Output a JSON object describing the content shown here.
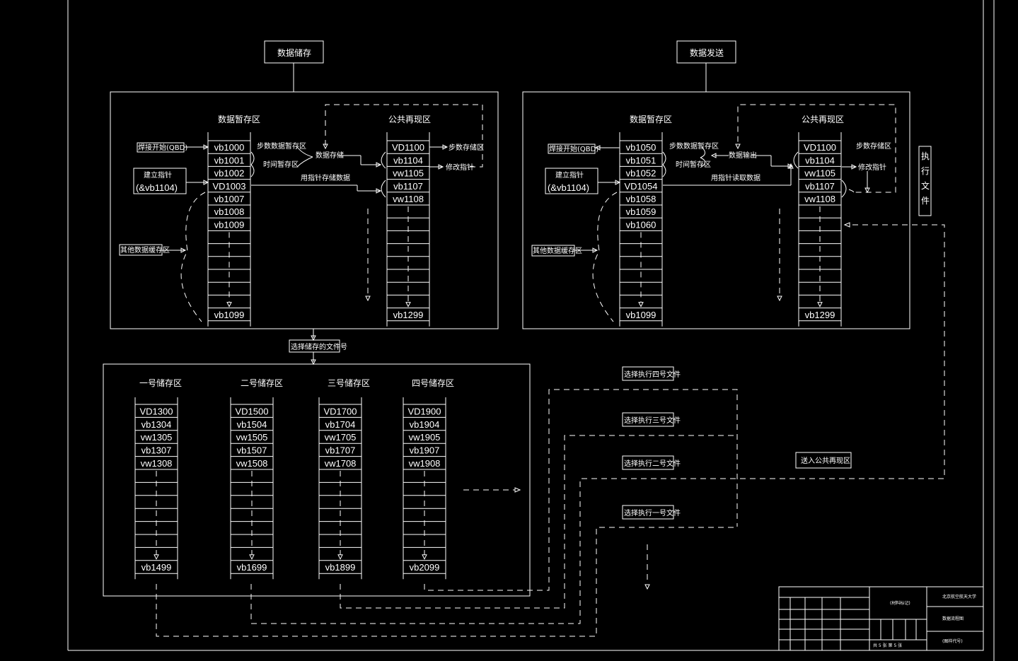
{
  "top_boxes": {
    "left": "数据储存",
    "right": "数据发送"
  },
  "left_panel": {
    "store_title": "数据暂存区",
    "public_title": "公共再现区",
    "store_cells": [
      "vb1000",
      "vb1001",
      "vb1002",
      "VD1003",
      "vb1007",
      "vb1008",
      "vb1009",
      "",
      "",
      "",
      "",
      "",
      "",
      "vb1099"
    ],
    "public_cells": [
      "VD1100",
      "vb1104",
      "vw1105",
      "vb1107",
      "vw1108",
      "",
      "",
      "",
      "",
      "",
      "",
      "",
      "",
      "vb1299"
    ],
    "labels": {
      "robot_start": "焊接开始(QBD)",
      "build_ptr": "建立指针",
      "ptr_value": "(&vb1104)",
      "other_data": "其他数据缓存区",
      "step_data": "步数数据暂存区",
      "time_data": "时间暂存区",
      "data_store": "数据存储",
      "pointer_data": "用指针存储数据",
      "step_store": "步数存储区",
      "modify_ptr": "修改指针"
    }
  },
  "right_panel": {
    "store_title": "数据暂存区",
    "public_title": "公共再现区",
    "store_cells": [
      "vb1050",
      "vb1051",
      "vb1052",
      "VD1054",
      "vb1058",
      "vb1059",
      "vb1060",
      "",
      "",
      "",
      "",
      "",
      "",
      "vb1099"
    ],
    "public_cells": [
      "VD1100",
      "vb1104",
      "vw1105",
      "vb1107",
      "vw1108",
      "",
      "",
      "",
      "",
      "",
      "",
      "",
      "",
      "vb1299"
    ],
    "labels": {
      "robot_start": "焊接开始(QBD)",
      "build_ptr": "建立指针",
      "ptr_value": "(&vb1104)",
      "other_data": "其他数据缓存区",
      "step_data": "步数数据暂存区",
      "time_data": "时间暂存区",
      "data_output": "数据输出",
      "pointer_read": "用指针读取数据",
      "step_store": "步数存储区",
      "modify_ptr": "修改指针",
      "exec_file": "执行文件"
    }
  },
  "select_file": "选择储存的文件号",
  "storage_areas": [
    {
      "title": "一号储存区",
      "cells": [
        "VD1300",
        "vb1304",
        "vw1305",
        "vb1307",
        "vw1308",
        "",
        "",
        "",
        "",
        "",
        "",
        "",
        "vb1499"
      ]
    },
    {
      "title": "二号储存区",
      "cells": [
        "VD1500",
        "vb1504",
        "vw1505",
        "vb1507",
        "vw1508",
        "",
        "",
        "",
        "",
        "",
        "",
        "",
        "vb1699"
      ]
    },
    {
      "title": "三号储存区",
      "cells": [
        "VD1700",
        "vb1704",
        "vw1705",
        "vb1707",
        "vw1708",
        "",
        "",
        "",
        "",
        "",
        "",
        "",
        "vb1899"
      ]
    },
    {
      "title": "四号储存区",
      "cells": [
        "VD1900",
        "vb1904",
        "vw1905",
        "vb1907",
        "vw1908",
        "",
        "",
        "",
        "",
        "",
        "",
        "",
        "vb2099"
      ]
    }
  ],
  "exec_labels": [
    "选择执行四号文件",
    "选择执行三号文件",
    "选择执行二号文件",
    "选择执行一号文件"
  ],
  "send_public": "送入公共再现区",
  "title_block": {
    "school": "北京航空航天大学",
    "drawing": "数据流程图",
    "page": "共 5 张 第 5 张",
    "mark": "(图样代号)",
    "material": "(材料标记)"
  }
}
